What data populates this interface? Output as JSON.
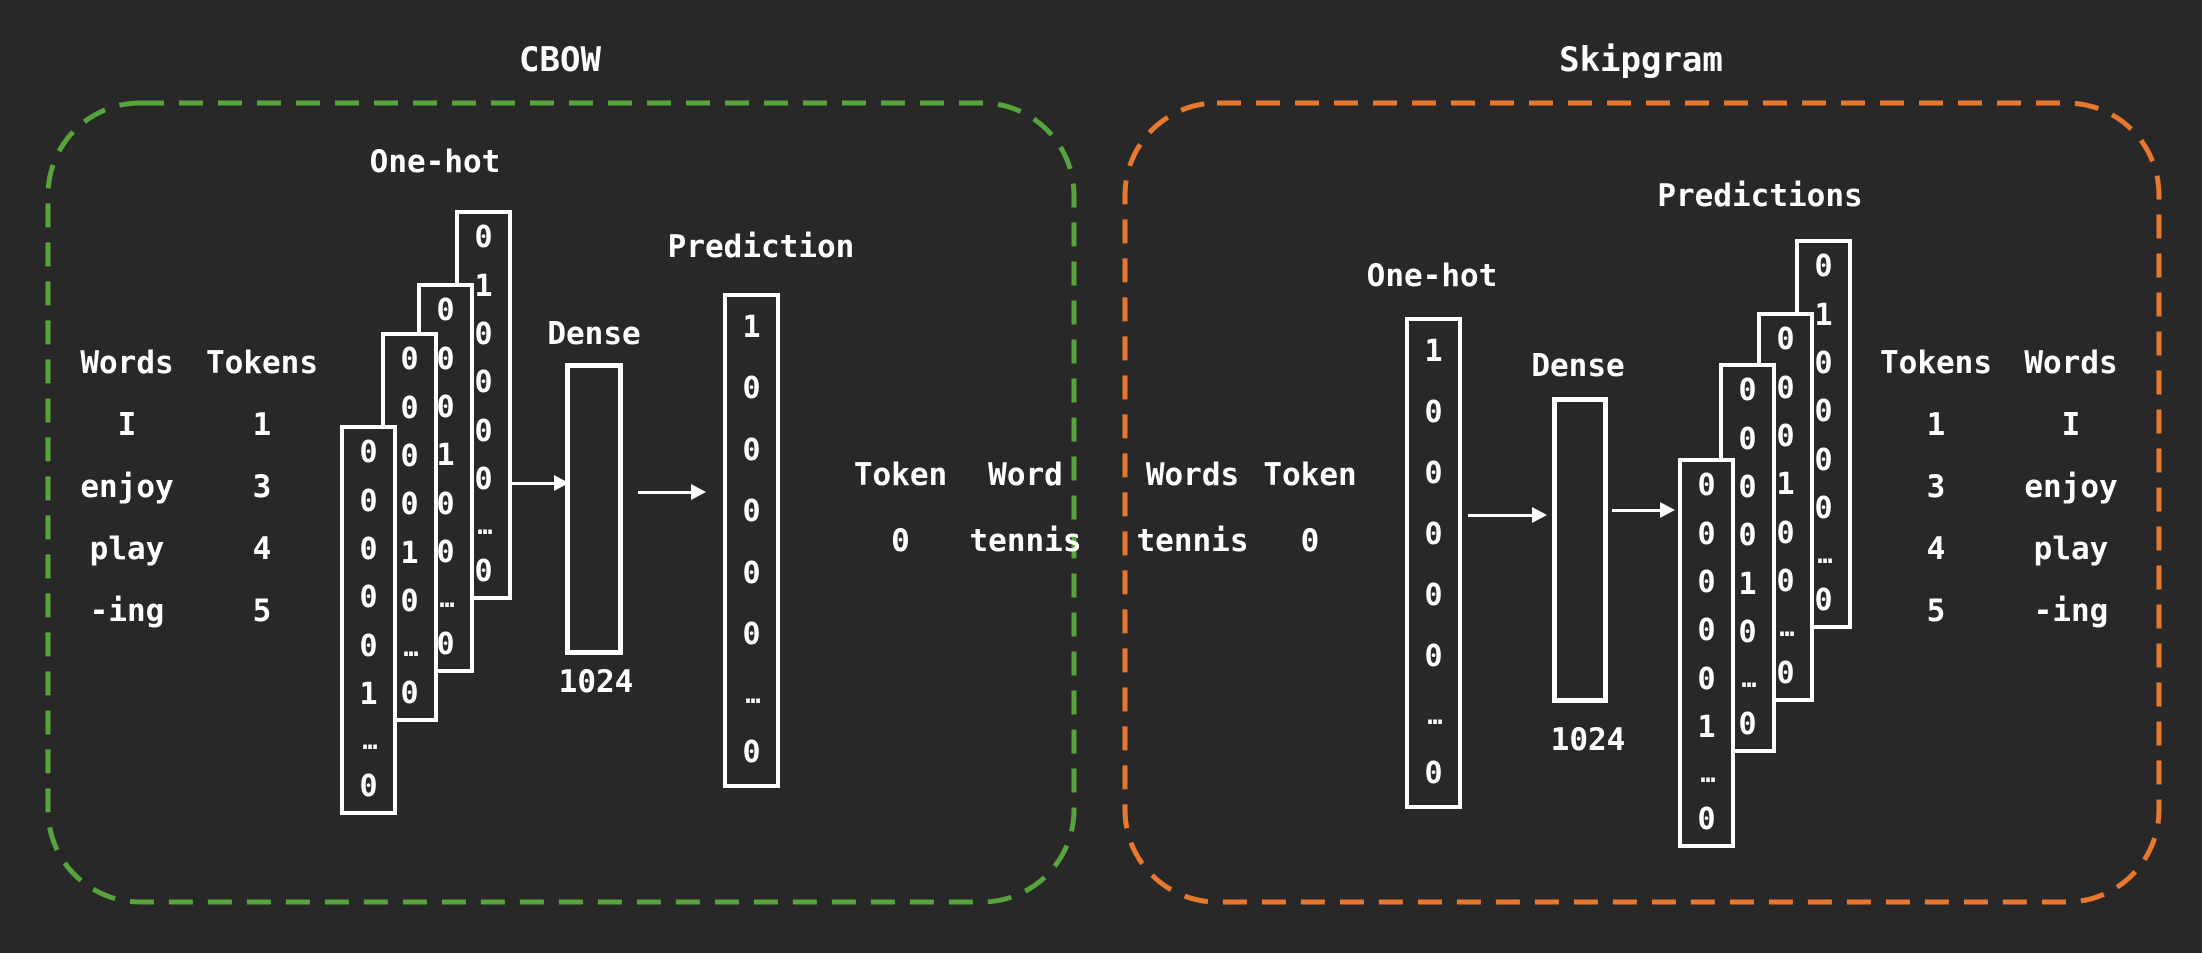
{
  "colors": {
    "background": "#282828",
    "ink": "#ffffff",
    "cbow_border": "#57a33c",
    "skipgram_border": "#e8782e"
  },
  "cbow": {
    "title": "CBOW",
    "one_hot_label": "One-hot",
    "word_table": {
      "headers": [
        "Words",
        "Tokens"
      ],
      "rows": [
        [
          "I",
          "1"
        ],
        [
          "enjoy",
          "3"
        ],
        [
          "play",
          "4"
        ],
        [
          "-ing",
          "5"
        ]
      ]
    },
    "one_hot_vectors": [
      {
        "token": "1",
        "cells": [
          "0",
          "1",
          "0",
          "0",
          "0",
          "0",
          "…",
          "0"
        ]
      },
      {
        "token": "3",
        "cells": [
          "0",
          "0",
          "0",
          "1",
          "0",
          "0",
          "…",
          "0"
        ]
      },
      {
        "token": "4",
        "cells": [
          "0",
          "0",
          "0",
          "0",
          "1",
          "0",
          "…",
          "0"
        ]
      },
      {
        "token": "5",
        "cells": [
          "0",
          "0",
          "0",
          "0",
          "0",
          "1",
          "…",
          "0"
        ]
      }
    ],
    "dense_label": "Dense",
    "dense_units": "1024",
    "prediction_label": "Prediction",
    "prediction_vector": {
      "cells": [
        "1",
        "0",
        "0",
        "0",
        "0",
        "0",
        "…",
        "0"
      ]
    },
    "output_table": {
      "headers": [
        "Token",
        "Word"
      ],
      "rows": [
        [
          "0",
          "tennis"
        ]
      ]
    }
  },
  "skipgram": {
    "title": "Skipgram",
    "one_hot_label": "One-hot",
    "input_table": {
      "headers": [
        "Words",
        "Token"
      ],
      "rows": [
        [
          "tennis",
          "0"
        ]
      ]
    },
    "one_hot_vector": {
      "cells": [
        "1",
        "0",
        "0",
        "0",
        "0",
        "0",
        "…",
        "0"
      ]
    },
    "dense_label": "Dense",
    "dense_units": "1024",
    "predictions_label": "Predictions",
    "prediction_vectors": [
      {
        "token": "1",
        "cells": [
          "0",
          "1",
          "0",
          "0",
          "0",
          "0",
          "…",
          "0"
        ]
      },
      {
        "token": "3",
        "cells": [
          "0",
          "0",
          "0",
          "1",
          "0",
          "0",
          "…",
          "0"
        ]
      },
      {
        "token": "4",
        "cells": [
          "0",
          "0",
          "0",
          "0",
          "1",
          "0",
          "…",
          "0"
        ]
      },
      {
        "token": "5",
        "cells": [
          "0",
          "0",
          "0",
          "0",
          "0",
          "1",
          "…",
          "0"
        ]
      }
    ],
    "word_table": {
      "headers": [
        "Tokens",
        "Words"
      ],
      "rows": [
        [
          "1",
          "I"
        ],
        [
          "3",
          "enjoy"
        ],
        [
          "4",
          "play"
        ],
        [
          "5",
          "-ing"
        ]
      ]
    }
  }
}
